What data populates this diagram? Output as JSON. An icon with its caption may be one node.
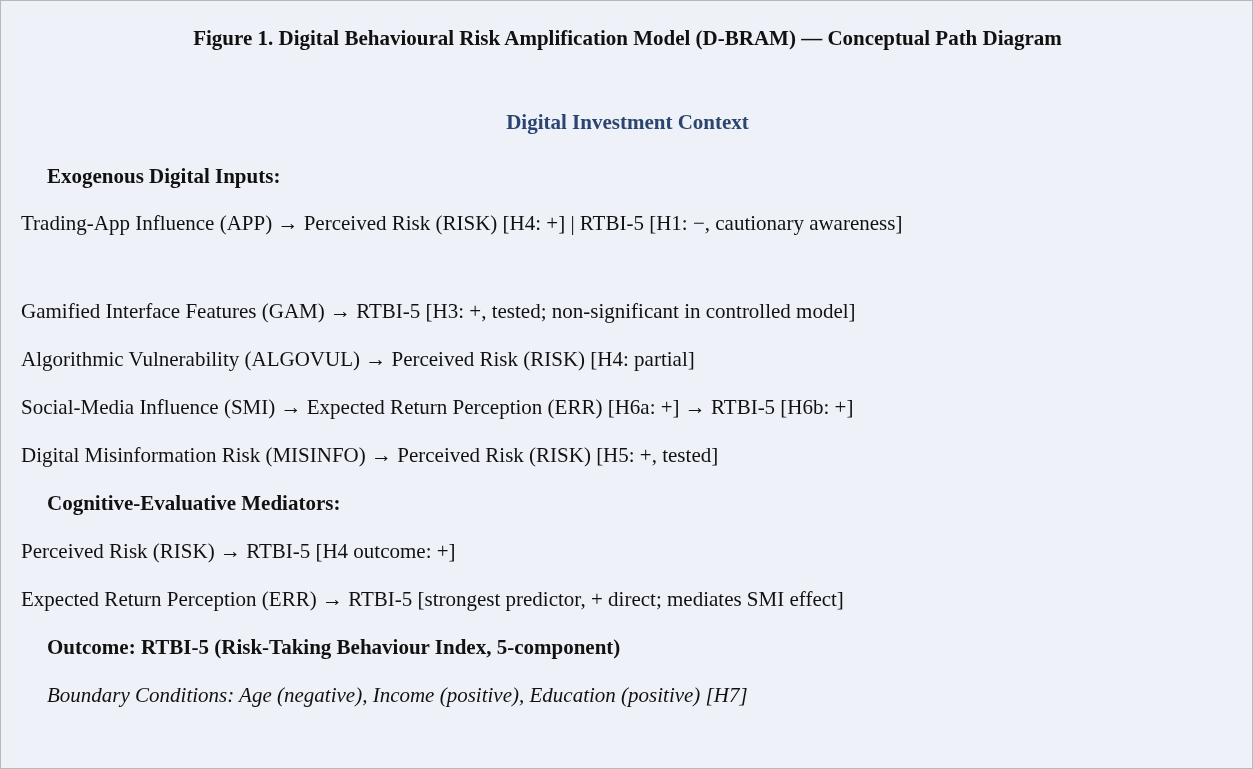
{
  "diagram": {
    "title": "Figure 1. Digital Behavioural Risk Amplification Model (D-BRAM) — Conceptual Path Diagram",
    "labels": [
      "Digital Investment Context",
      "Exogenous Digital Inputs:",
      "Trading-App Influence (APP) → Perceived Risk (RISK) [H4: +] | RTBI-5 [H1: −, cautionary awareness]",
      "Gamified Interface Features (GAM) → RTBI-5 [H3: +, tested; non-significant in controlled model]",
      "Algorithmic Vulnerability (ALGOVUL) → Perceived Risk (RISK) [H4: partial]",
      "Social-Media Influence (SMI) → Expected Return Perception (ERR) [H6a: +] → RTBI-5 [H6b: +]",
      "Digital Misinformation Risk (MISINFO) → Perceived Risk (RISK) [H5: +, tested]",
      "Cognitive-Evaluative Mediators:",
      "Perceived Risk (RISK) → RTBI-5 [H4 outcome: +]",
      "Expected Return Perception (ERR) → RTBI-5 [strongest predictor, + direct; mediates SMI effect]",
      "Outcome: RTBI-5 (Risk-Taking Behaviour Index, 5-component)",
      "Boundary Conditions: Age (negative), Income (positive), Education (positive) [H7]"
    ]
  }
}
